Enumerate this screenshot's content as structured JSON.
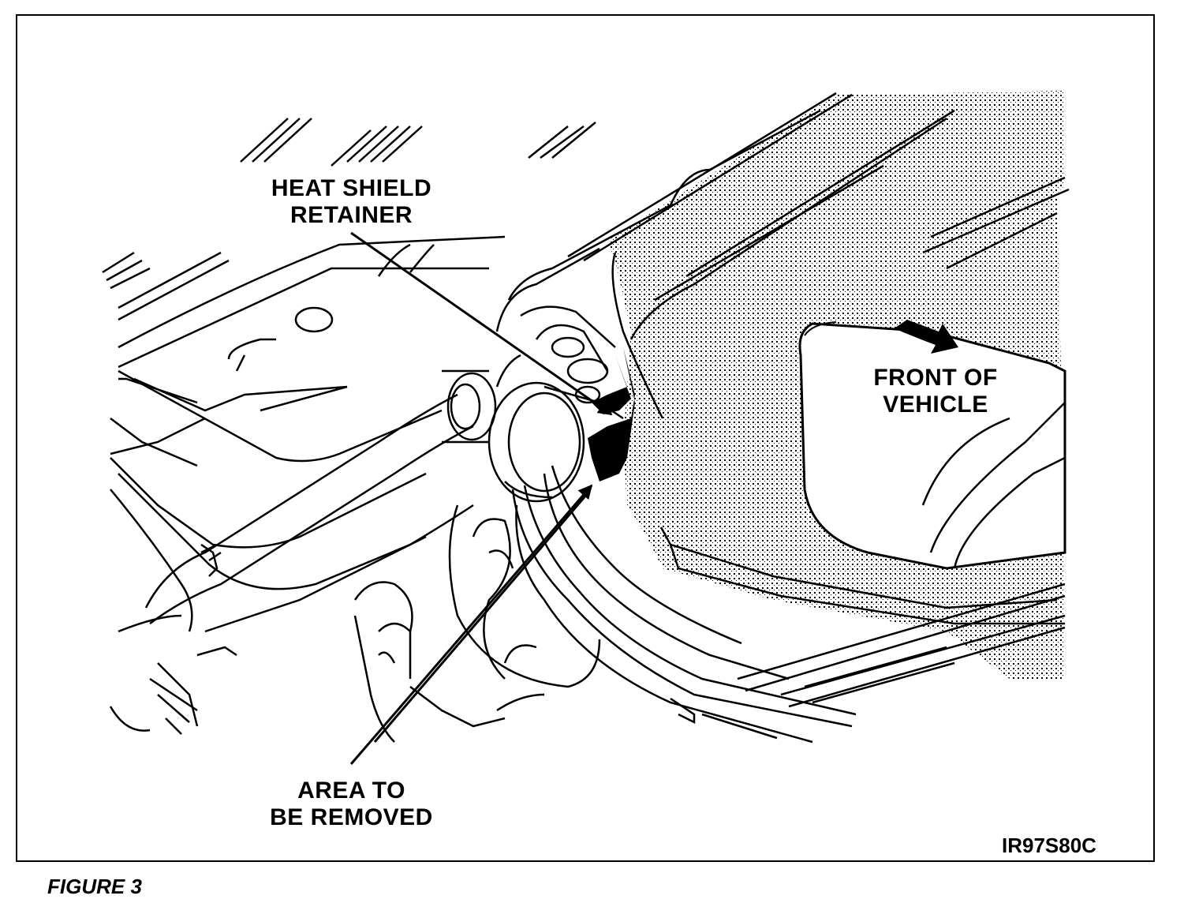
{
  "labels": {
    "heat_shield_line1": "HEAT SHIELD",
    "heat_shield_line2": "RETAINER",
    "area_line1": "AREA TO",
    "area_line2": "BE REMOVED",
    "front_line1": "FRONT OF",
    "front_line2": "VEHICLE"
  },
  "figure_code": "IR97S80C",
  "figure_caption": "FIGURE 3",
  "colors": {
    "ink": "#000000",
    "paper": "#ffffff"
  }
}
